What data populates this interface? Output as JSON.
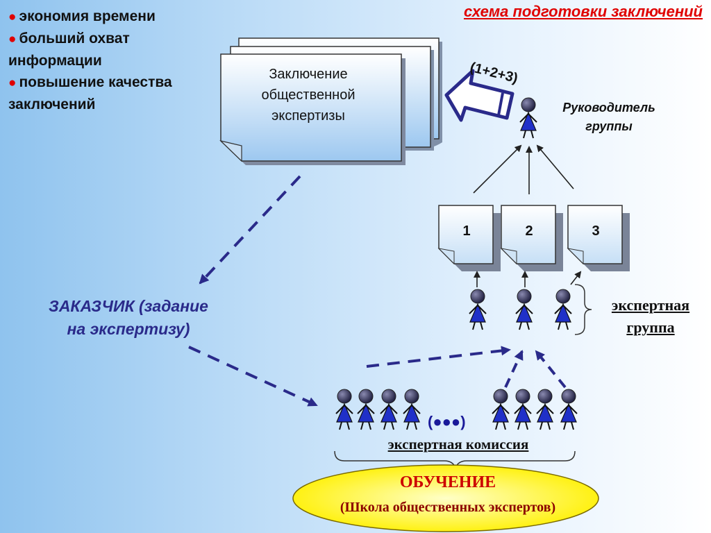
{
  "bullets": [
    "экономия времени",
    "больший охват информации",
    "повышение качества заключений"
  ],
  "title": "схема подготовки заключений",
  "document_label": "Заключение общественной экспертизы",
  "formula": "(1+2+3)",
  "leader_label": "Руководитель группы",
  "doc_numbers": [
    "1",
    "2",
    "3"
  ],
  "expert_group_label": "экспертная группа",
  "client_label": "ЗАКАЗЧИК (задание на экспертизу)",
  "ellipsis": "(●●●)",
  "commission_label": "экспертная комиссия",
  "training_title": "ОБУЧЕНИЕ",
  "training_subtitle": "(Школа общественных экспертов)",
  "colors": {
    "bullet": "#e00000",
    "title": "#e00000",
    "arrow": "#2a2a8a",
    "figure": "#2030c8",
    "training_fill": "#fff500"
  }
}
